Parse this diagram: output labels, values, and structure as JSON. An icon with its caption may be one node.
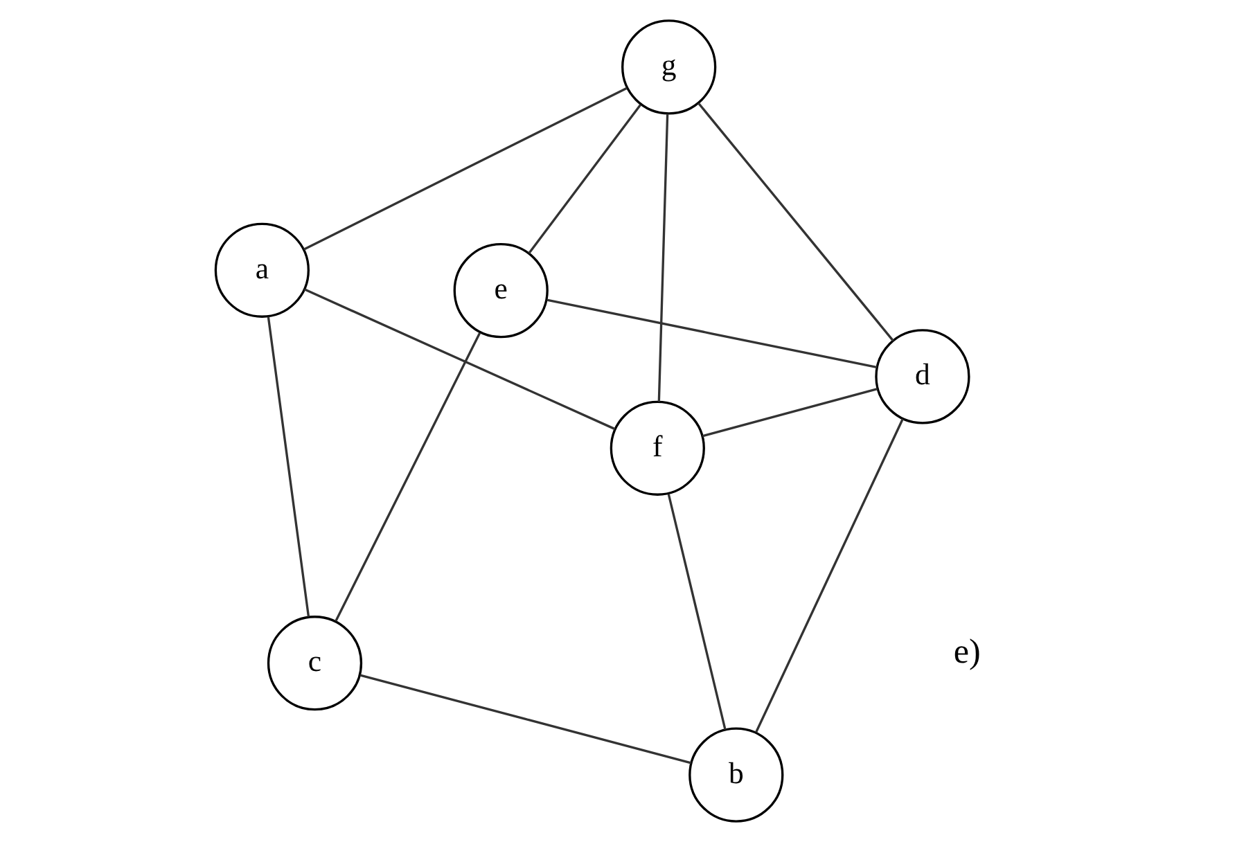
{
  "diagram": {
    "nodes": [
      {
        "text": [
          "g"
        ]
      },
      {
        "text": [
          "b"
        ]
      },
      {
        "text": [
          "c"
        ]
      },
      {
        "text": [
          "e"
        ]
      },
      {
        "text": [
          "a"
        ]
      },
      {
        "text": [
          "f"
        ]
      },
      {
        "text": [
          "d"
        ]
      }
    ],
    "edges": [
      {
        "from": 0,
        "to": 5,
        "arrow": "none"
      },
      {
        "from": 0,
        "to": 3,
        "arrow": "none"
      },
      {
        "from": 0,
        "to": 4,
        "arrow": "none"
      },
      {
        "from": 0,
        "to": 6,
        "arrow": "none"
      },
      {
        "from": 1,
        "to": 2,
        "arrow": "none"
      },
      {
        "from": 1,
        "to": 5,
        "arrow": "none"
      },
      {
        "from": 1,
        "to": 6,
        "arrow": "none"
      },
      {
        "from": 2,
        "to": 3,
        "arrow": "none"
      },
      {
        "from": 2,
        "to": 4,
        "arrow": "none"
      },
      {
        "from": 3,
        "to": 6,
        "arrow": "none"
      },
      {
        "from": 4,
        "to": 5,
        "arrow": "none"
      },
      {
        "from": 5,
        "to": 6,
        "arrow": "none"
      }
    ],
    "labels": [
      "e)"
    ]
  }
}
